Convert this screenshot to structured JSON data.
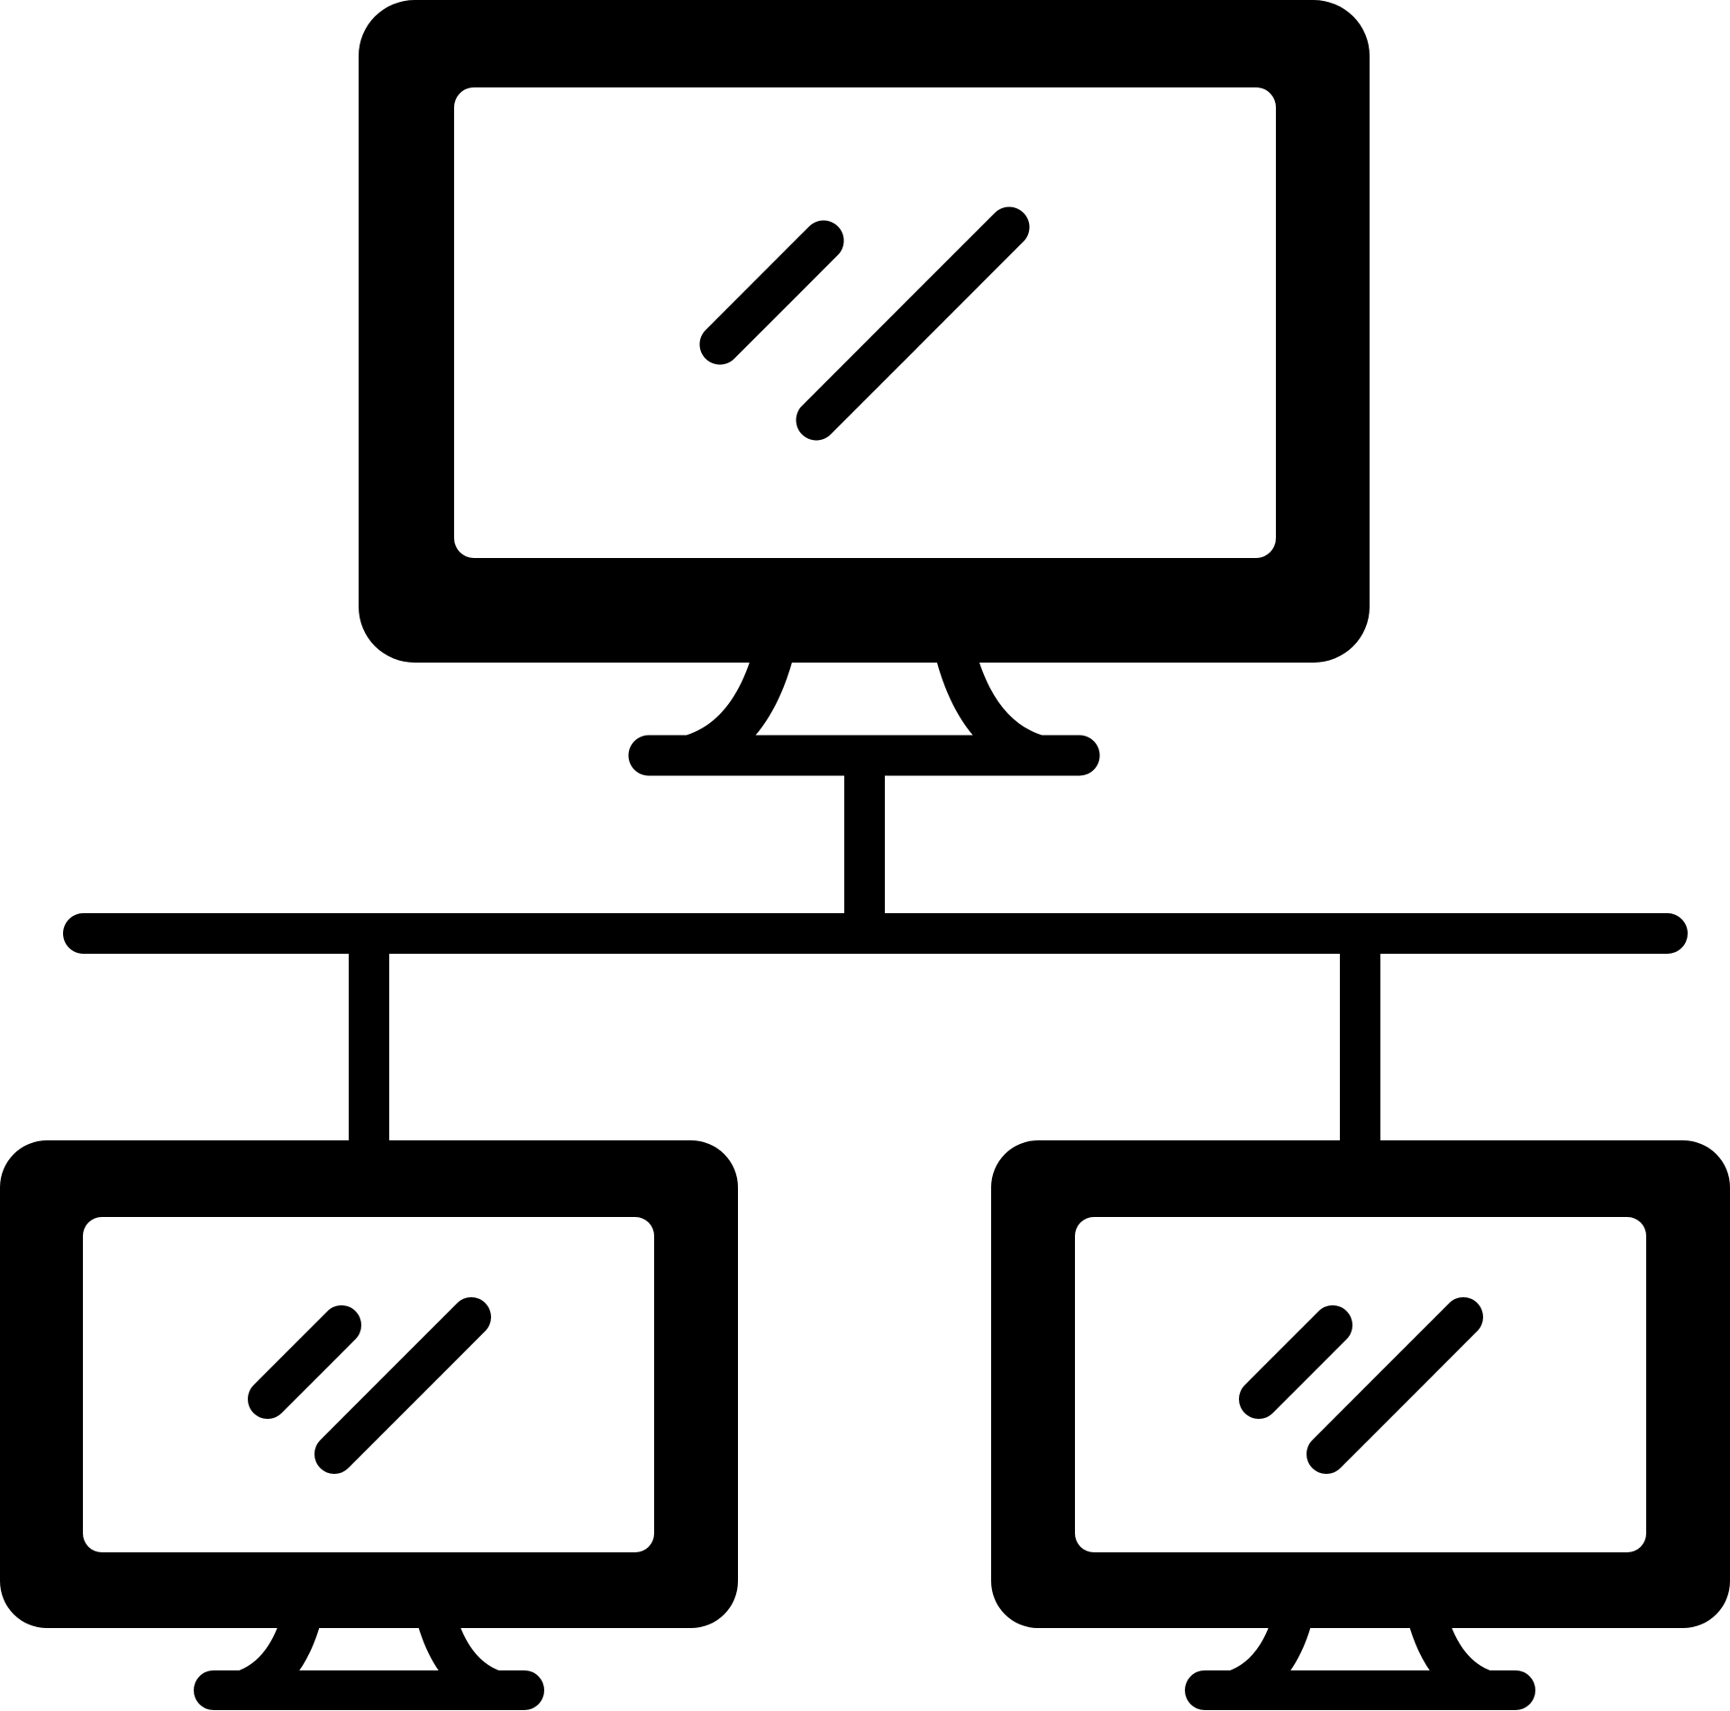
{
  "icon": {
    "name": "computer-network-icon",
    "ink_color": "#000000",
    "paper_color": "#ffffff",
    "monitors": [
      {
        "name": "server-monitor-icon",
        "role": "top"
      },
      {
        "name": "client-monitor-left-icon",
        "role": "bottom-left"
      },
      {
        "name": "client-monitor-right-icon",
        "role": "bottom-right"
      }
    ]
  }
}
